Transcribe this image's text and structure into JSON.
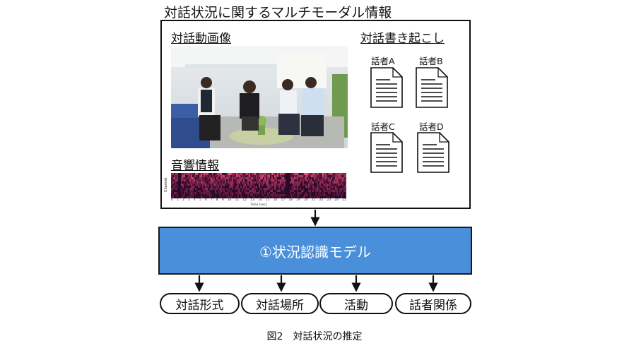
{
  "title": "対話状況に関するマルチモーダル情報",
  "sections": {
    "video": "対話動画像",
    "transcript": "対話書き起こし",
    "audio": "音響情報"
  },
  "speakers": [
    "話者A",
    "話者B",
    "話者C",
    "話者D"
  ],
  "spectrogram": {
    "y_axis": "Channel",
    "x_axis": "Time [sec]",
    "ticks": [
      "0",
      "1",
      "2",
      "3",
      "4",
      "5",
      "6",
      "7",
      "8",
      "9",
      "10",
      "11",
      "12",
      "13",
      "14",
      "15",
      "16",
      "17",
      "18",
      "19",
      "20",
      "21",
      "22",
      "23",
      "24",
      "25"
    ]
  },
  "model": "①状況認識モデル",
  "outputs": [
    "対話形式",
    "対話場所",
    "活動",
    "話者関係"
  ],
  "caption": "図2　対話状況の推定",
  "colors": {
    "model_fill": "#4a8fd9",
    "spectrogram_low": "#2a0a2a",
    "spectrogram_high": "#e0507a"
  }
}
